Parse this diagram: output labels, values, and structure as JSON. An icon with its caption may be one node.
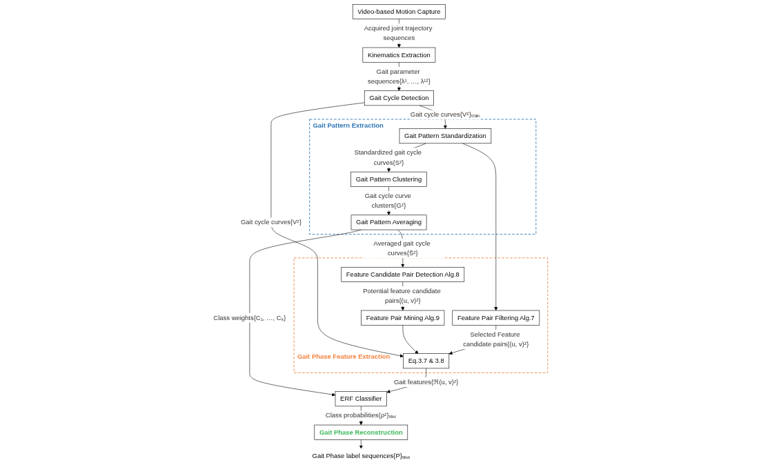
{
  "diagram": {
    "nodes": [
      {
        "text": [
          "Video-based Motion Capture"
        ]
      },
      {
        "text": [
          "Kinematics Extraction"
        ]
      },
      {
        "text": [
          "Gait Cycle Detection"
        ]
      },
      {
        "text": [
          "Gait Pattern Extraction"
        ]
      },
      {
        "text": [
          "Gait Pattern Standardization"
        ],
        "in": 3
      },
      {
        "text": [
          "Gait Pattern Clustering"
        ],
        "in": 3
      },
      {
        "text": [
          "Gait Pattern Averaging"
        ],
        "in": 3
      },
      {
        "text": [
          "Gait Phase Feature Extraction"
        ]
      },
      {
        "text": [
          "Feature Candidate Pair Detection Alg.8"
        ],
        "in": 7
      },
      {
        "text": [
          "Feature Pair Mining Alg.9"
        ],
        "in": 7
      },
      {
        "text": [
          "Feature Pair Filtering Alg.7"
        ],
        "in": 7
      },
      {
        "text": [
          "Eq.3.7 & 3.8"
        ],
        "in": 7
      },
      {
        "text": [
          "ERF Classifier"
        ]
      },
      {
        "text": [
          "Gait Phase Reconstruction"
        ]
      },
      {
        "text": [
          "Gait Phase label sequences{P}ₜₑₛₜ"
        ]
      }
    ],
    "edges": [
      {
        "from": 0,
        "to": 1,
        "arrow": "to",
        "label": "Acquired joint trajectory sequences"
      },
      {
        "from": 1,
        "to": 2,
        "arrow": "to",
        "label": "Gait parameter sequences{λ¹, …, λ¹²}"
      },
      {
        "from": 2,
        "to": 4,
        "arrow": "to",
        "label": "Gait cycle curves{Vᶻ}ₜᵣₐᵢₙ"
      },
      {
        "from": 2,
        "to": 11,
        "arrow": "to",
        "label": "Gait cycle curves{Vᶻ}"
      },
      {
        "from": 4,
        "to": 5,
        "arrow": "to",
        "label": "Standardized gait cycle curves{Sᶻ}"
      },
      {
        "from": 4,
        "to": 10,
        "arrow": "to"
      },
      {
        "from": 5,
        "to": 6,
        "arrow": "to",
        "label": "Gait cycle curve clusters{Gᶻ}"
      },
      {
        "from": 6,
        "to": 8,
        "arrow": "to",
        "label": "Averaged gait cycle curves{S̄ᶻ}"
      },
      {
        "from": 6,
        "to": 12,
        "arrow": "to",
        "label": "Class weights{C₁, …, Cₖ}"
      },
      {
        "from": 8,
        "to": 9,
        "arrow": "to",
        "label": "Potential feature candidate pairs{(u, v)ᶻ}"
      },
      {
        "from": 9,
        "to": 11,
        "arrow": "to"
      },
      {
        "from": 10,
        "to": 11,
        "arrow": "to",
        "label": "Selected Feature candidate pairs{(u, v)ᶻ}"
      },
      {
        "from": 11,
        "to": 12,
        "arrow": "to",
        "label": "Gait features{ℜ(u, v)ᶻ}"
      },
      {
        "from": 12,
        "to": 13,
        "arrow": "to",
        "label": "Class probabilities{ρᶻ}ₜₑₛₜ"
      },
      {
        "from": 13,
        "to": 14,
        "arrow": "to"
      }
    ]
  }
}
